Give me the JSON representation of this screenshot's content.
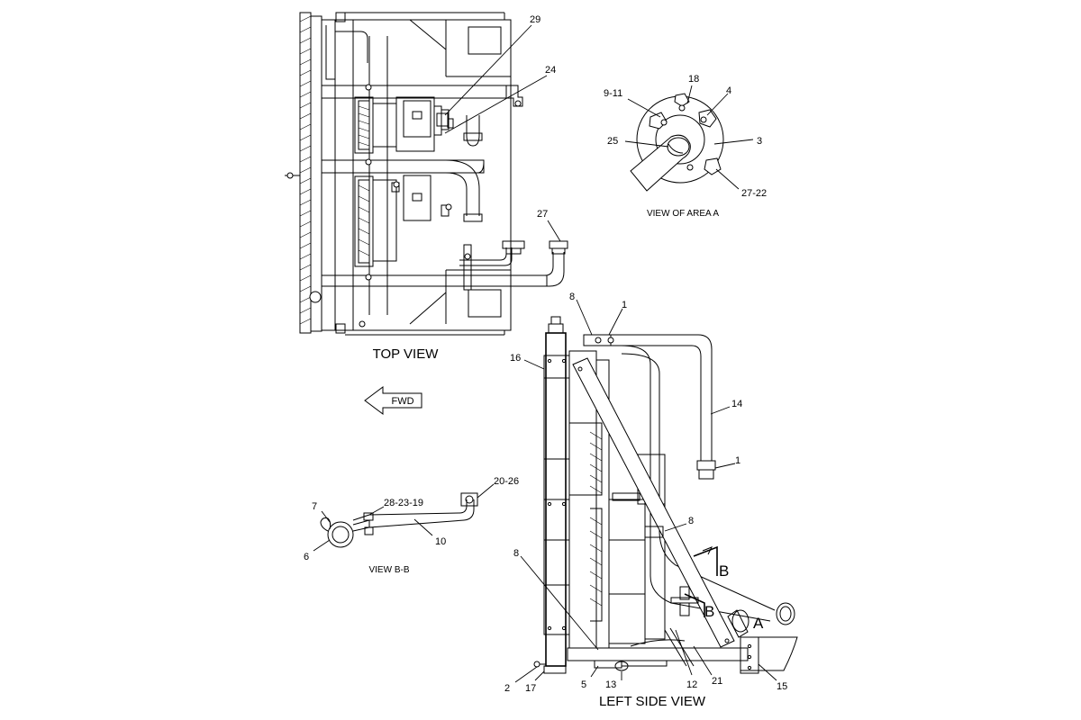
{
  "views": {
    "top_view": "TOP VIEW",
    "left_side_view": "LEFT SIDE VIEW",
    "view_area_a": "VIEW OF AREA A",
    "view_b_b": "VIEW B-B"
  },
  "direction_arrow": "FWD",
  "section_marks": {
    "b_upper": "B",
    "b_lower": "B",
    "area_a": "A"
  },
  "callouts": {
    "top": {
      "c29": "29",
      "c24": "24",
      "c27": "27"
    },
    "area_a": {
      "c9_11": "9-11",
      "c18": "18",
      "c4": "4",
      "c25": "25",
      "c3": "3",
      "c27_22": "27-22"
    },
    "bb": {
      "c7": "7",
      "c28_23_19": "28-23-19",
      "c20_26": "20-26",
      "c6": "6",
      "c10": "10"
    },
    "side": {
      "c8a": "8",
      "c1a": "1",
      "c16": "16",
      "c14": "14",
      "c1b": "1",
      "c8b": "8",
      "c8c": "8",
      "c2": "2",
      "c17": "17",
      "c5": "5",
      "c13": "13",
      "c12": "12",
      "c21": "21",
      "c15": "15"
    }
  }
}
